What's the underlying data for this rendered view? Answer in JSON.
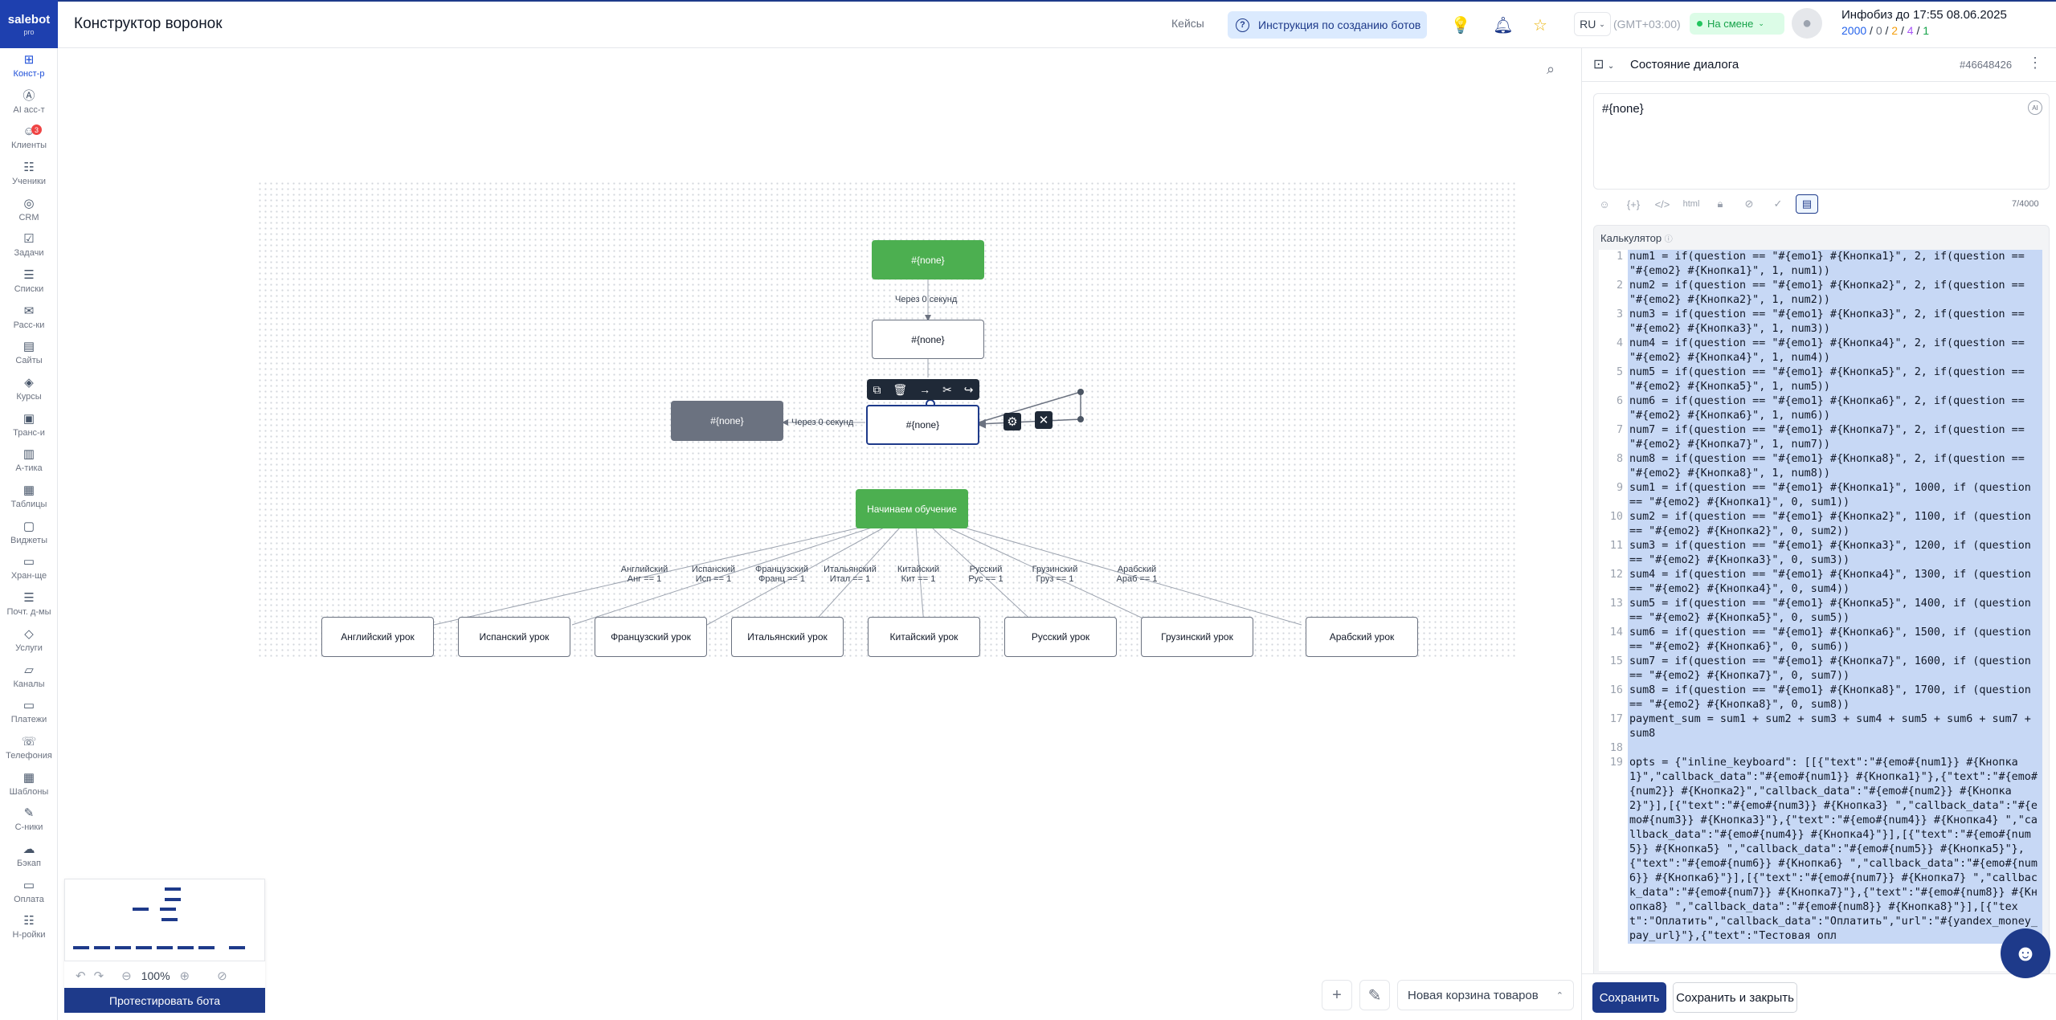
{
  "logo": {
    "name": "salebot",
    "sub": "pro"
  },
  "sidebar": {
    "items": [
      {
        "label": "Конст-р",
        "icon": "funnel-builder-icon",
        "glyph": "⊞"
      },
      {
        "label": "AI асс-т",
        "icon": "ai-assistant-icon",
        "glyph": "Ⓐ"
      },
      {
        "label": "Клиенты",
        "icon": "clients-icon",
        "glyph": "☺",
        "badge": "3"
      },
      {
        "label": "Ученики",
        "icon": "students-icon",
        "glyph": "☷"
      },
      {
        "label": "CRM",
        "icon": "crm-icon",
        "glyph": "◎"
      },
      {
        "label": "Задачи",
        "icon": "tasks-icon",
        "glyph": "☑"
      },
      {
        "label": "Списки",
        "icon": "lists-icon",
        "glyph": "☰"
      },
      {
        "label": "Расс-ки",
        "icon": "mailing-icon",
        "glyph": "✉"
      },
      {
        "label": "Сайты",
        "icon": "sites-icon",
        "glyph": "▤"
      },
      {
        "label": "Курсы",
        "icon": "courses-icon",
        "glyph": "◈"
      },
      {
        "label": "Транс-и",
        "icon": "broadcasts-icon",
        "glyph": "▣"
      },
      {
        "label": "А-тика",
        "icon": "analytics-icon",
        "glyph": "▥"
      },
      {
        "label": "Таблицы",
        "icon": "tables-icon",
        "glyph": "▦"
      },
      {
        "label": "Виджеты",
        "icon": "widgets-icon",
        "glyph": "▢"
      },
      {
        "label": "Хран-ще",
        "icon": "storage-icon",
        "glyph": "▭"
      },
      {
        "label": "Почт. д-мы",
        "icon": "mail-domains-icon",
        "glyph": "☰"
      },
      {
        "label": "Услуги",
        "icon": "services-icon",
        "glyph": "◇"
      },
      {
        "label": "Каналы",
        "icon": "channels-icon",
        "glyph": "▱"
      },
      {
        "label": "Платежи",
        "icon": "payments-icon",
        "glyph": "▭"
      },
      {
        "label": "Телефония",
        "icon": "phone-icon",
        "glyph": "☏"
      },
      {
        "label": "Шаблоны",
        "icon": "templates-icon",
        "glyph": "▦"
      },
      {
        "label": "С-ники",
        "icon": "guides-icon",
        "glyph": "✎"
      },
      {
        "label": "Бэкап",
        "icon": "backup-icon",
        "glyph": "☁"
      },
      {
        "label": "Оплата",
        "icon": "billing-icon",
        "glyph": "▭"
      },
      {
        "label": "Н-ройки",
        "icon": "settings-icon",
        "glyph": "☷"
      }
    ]
  },
  "header": {
    "title": "Конструктор воронок",
    "cases": "Кейсы",
    "instruction": "Инструкция по созданию ботов",
    "lang": "RU",
    "tz": "(GMT+03:00)",
    "shift": "На смене",
    "infobiz": "Инфобиз до 17:55 08.06.2025",
    "counts": [
      {
        "v": "2000",
        "c": "#2563eb"
      },
      {
        "v": "0",
        "c": "#6b7280"
      },
      {
        "v": "2",
        "c": "#f59e0b"
      },
      {
        "v": "4",
        "c": "#a855f7"
      },
      {
        "v": "1",
        "c": "#16a34a"
      }
    ]
  },
  "canvas": {
    "node_top": "#{none}",
    "edge_delay_1": "Через 0 секунд",
    "node_second": "#{none}",
    "node_selected": "#{none}",
    "node_left": "#{none}",
    "edge_delay_2": "Через 0 секунд",
    "node_start": "Начинаем обучение",
    "lessons": [
      {
        "node": "Английский урок",
        "cond1": "Английский",
        "cond2": "Анг == 1"
      },
      {
        "node": "Испанский урок",
        "cond1": "Испанский",
        "cond2": "Исп == 1"
      },
      {
        "node": "Французский урок",
        "cond1": "Французский",
        "cond2": "Франц == 1"
      },
      {
        "node": "Итальянский урок",
        "cond1": "Итальянский",
        "cond2": "Итал == 1"
      },
      {
        "node": "Китайский урок",
        "cond1": "Китайский",
        "cond2": "Кит == 1"
      },
      {
        "node": "Русский урок",
        "cond1": "Русский",
        "cond2": "Рус == 1"
      },
      {
        "node": "Грузинский урок",
        "cond1": "Грузинский",
        "cond2": "Груз == 1"
      },
      {
        "node": "Арабский урок",
        "cond1": "Арабский",
        "cond2": "Араб == 1"
      }
    ]
  },
  "minimap": {
    "zoom": "100%",
    "test_button": "Протестировать бота"
  },
  "cart": {
    "selected": "Новая корзина товаров"
  },
  "panel": {
    "title": "Состояние диалога",
    "id": "#46648426",
    "message": "#{none}",
    "counter": "7/4000",
    "fmt_html": "html",
    "calc_label": "Калькулятор",
    "save": "Сохранить",
    "save_close": "Сохранить и закрыть"
  },
  "code_lines": [
    {
      "n": "1",
      "t": "num1 = if(question == \"#{emo1} #{Кнопка1}\", 2, if(question == \"#{emo2} #{Кнопка1}\", 1, num1))"
    },
    {
      "n": "2",
      "t": "num2 = if(question == \"#{emo1} #{Кнопка2}\", 2, if(question == \"#{emo2} #{Кнопка2}\", 1, num2))"
    },
    {
      "n": "3",
      "t": "num3 = if(question == \"#{emo1} #{Кнопка3}\", 2, if(question == \"#{emo2} #{Кнопка3}\", 1, num3))"
    },
    {
      "n": "4",
      "t": "num4 = if(question == \"#{emo1} #{Кнопка4}\", 2, if(question == \"#{emo2} #{Кнопка4}\", 1, num4))"
    },
    {
      "n": "5",
      "t": "num5 = if(question == \"#{emo1} #{Кнопка5}\", 2, if(question == \"#{emo2} #{Кнопка5}\", 1, num5))"
    },
    {
      "n": "6",
      "t": "num6 = if(question == \"#{emo1} #{Кнопка6}\", 2, if(question == \"#{emo2} #{Кнопка6}\", 1, num6))"
    },
    {
      "n": "7",
      "t": "num7 = if(question == \"#{emo1} #{Кнопка7}\", 2, if(question == \"#{emo2} #{Кнопка7}\", 1, num7))"
    },
    {
      "n": "8",
      "t": "num8 = if(question == \"#{emo1} #{Кнопка8}\", 2, if(question == \"#{emo2} #{Кнопка8}\", 1, num8))"
    },
    {
      "n": "9",
      "t": "sum1 = if(question == \"#{emo1} #{Кнопка1}\", 1000, if (question == \"#{emo2} #{Кнопка1}\", 0, sum1))"
    },
    {
      "n": "10",
      "t": "sum2 = if(question == \"#{emo1} #{Кнопка2}\", 1100, if (question == \"#{emo2} #{Кнопка2}\", 0, sum2))"
    },
    {
      "n": "11",
      "t": "sum3 = if(question == \"#{emo1} #{Кнопка3}\", 1200, if (question == \"#{emo2} #{Кнопка3}\", 0, sum3))"
    },
    {
      "n": "12",
      "t": "sum4 = if(question == \"#{emo1} #{Кнопка4}\", 1300, if (question == \"#{emo2} #{Кнопка4}\", 0, sum4))"
    },
    {
      "n": "13",
      "t": "sum5 = if(question == \"#{emo1} #{Кнопка5}\", 1400, if (question == \"#{emo2} #{Кнопка5}\", 0, sum5))"
    },
    {
      "n": "14",
      "t": "sum6 = if(question == \"#{emo1} #{Кнопка6}\", 1500, if (question == \"#{emo2} #{Кнопка6}\", 0, sum6))"
    },
    {
      "n": "15",
      "t": "sum7 = if(question == \"#{emo1} #{Кнопка7}\", 1600, if (question == \"#{emo2} #{Кнопка7}\", 0, sum7))"
    },
    {
      "n": "16",
      "t": "sum8 = if(question == \"#{emo1} #{Кнопка8}\", 1700, if (question == \"#{emo2} #{Кнопка8}\", 0, sum8))"
    },
    {
      "n": "17",
      "t": "payment_sum = sum1 + sum2 + sum3 + sum4 + sum5 + sum6 + sum7 + sum8"
    },
    {
      "n": "18",
      "t": " "
    },
    {
      "n": "19",
      "t": "opts = {\"inline_keyboard\": [[{\"text\":\"#{emo#{num1}} #{Кнопка1}\",\"callback_data\":\"#{emo#{num1}} #{Кнопка1}\"},{\"text\":\"#{emo#{num2}} #{Кнопка2}\",\"callback_data\":\"#{emo#{num2}} #{Кнопка2}\"}],[{\"text\":\"#{emo#{num3}} #{Кнопка3} \",\"callback_data\":\"#{emo#{num3}} #{Кнопка3}\"},{\"text\":\"#{emo#{num4}} #{Кнопка4} \",\"callback_data\":\"#{emo#{num4}} #{Кнопка4}\"}],[{\"text\":\"#{emo#{num5}} #{Кнопка5} \",\"callback_data\":\"#{emo#{num5}} #{Кнопка5}\"},{\"text\":\"#{emo#{num6}} #{Кнопка6} \",\"callback_data\":\"#{emo#{num6}} #{Кнопка6}\"}],[{\"text\":\"#{emo#{num7}} #{Кнопка7} \",\"callback_data\":\"#{emo#{num7}} #{Кнопка7}\"},{\"text\":\"#{emo#{num8}} #{Кнопка8} \",\"callback_data\":\"#{emo#{num8}} #{Кнопка8}\"}],[{\"text\":\"Оплатить\",\"callback_data\":\"Оплатить\",\"url\":\"#{yandex_money_pay_url}\"},{\"text\":\"Тестовая опл"
    }
  ]
}
